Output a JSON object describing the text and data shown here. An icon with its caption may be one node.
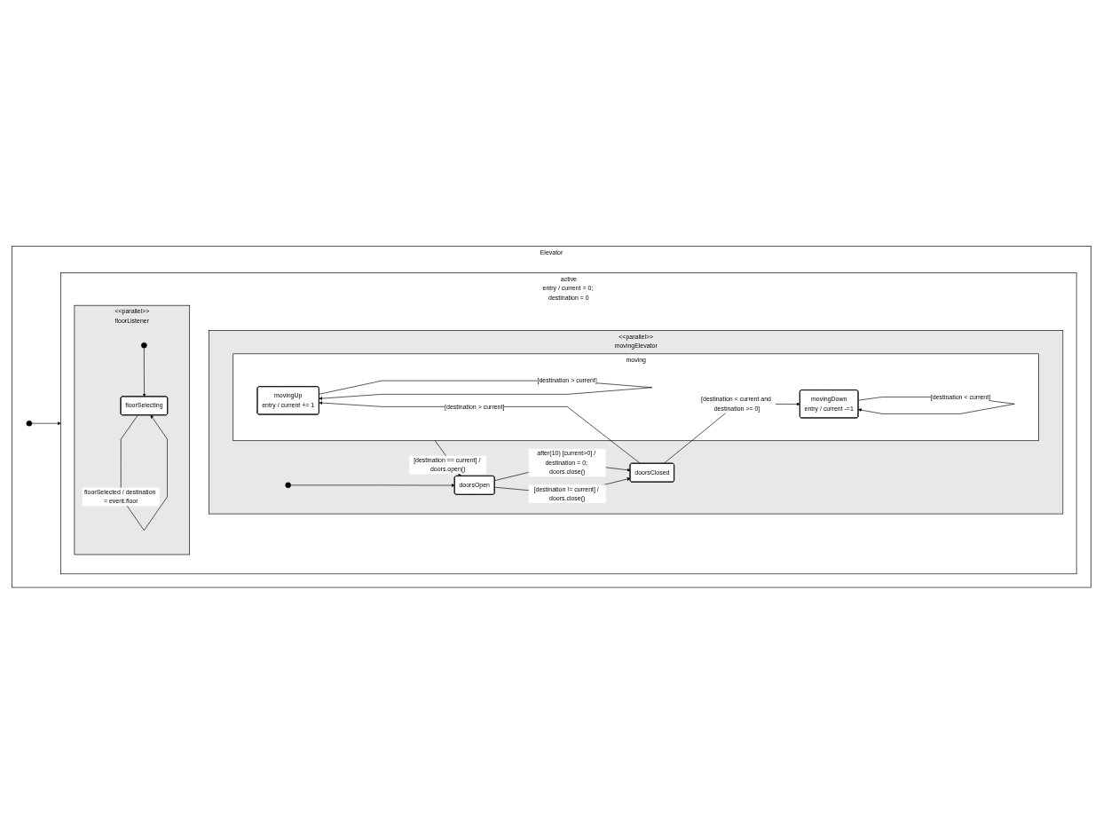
{
  "diagram": {
    "nodes": [
      {
        "text": [
          "Elevator"
        ]
      },
      {
        "text": [],
        "shape": "circle",
        "in": 0
      },
      {
        "text": [
          "active",
          "entry / current = 0; destination = 0"
        ],
        "in": 0
      },
      {
        "text": [
          "<<parallel>>",
          "movingElevator"
        ],
        "in": 2
      },
      {
        "text": [
          "doorsClosed"
        ],
        "in": 3
      },
      {
        "text": [
          "doorsOpen"
        ],
        "in": 3
      },
      {
        "text": [],
        "shape": "circle",
        "in": 3
      },
      {
        "text": [
          "moving"
        ],
        "in": 3
      },
      {
        "text": [
          "movingUp",
          "entry / current += 1"
        ],
        "in": 7
      },
      {
        "text": [
          "movingDown",
          "entry / current -=1"
        ],
        "in": 7
      },
      {
        "text": [
          "<<parallel>>",
          "floorListener"
        ],
        "in": 2
      },
      {
        "text": [],
        "shape": "circle",
        "in": 10
      },
      {
        "text": [
          "floorSelecting"
        ],
        "in": 10
      }
    ],
    "edges": [
      {
        "from": 1,
        "to": 2,
        "arrow": "to"
      },
      {
        "from": 5,
        "to": 4,
        "arrow": "to",
        "label": "after(10) [current>0] / destination = 0; doors.close()"
      },
      {
        "from": 5,
        "to": 4,
        "arrow": "to",
        "label": "[destination != current] / doors.close()"
      },
      {
        "from": 6,
        "to": 5,
        "arrow": "to"
      },
      {
        "from": 4,
        "to": 8,
        "arrow": "to",
        "label": "[destination > current]"
      },
      {
        "from": 4,
        "to": 9,
        "arrow": "to",
        "label": "[destination < current and destination >= 0]"
      },
      {
        "from": 8,
        "to": 8,
        "arrow": "to",
        "label": "[destination > current]"
      },
      {
        "from": 9,
        "to": 9,
        "arrow": "to",
        "label": "[destination < current]"
      },
      {
        "from": 7,
        "to": 5,
        "arrow": "to",
        "label": "[destination == current] / doors.open()"
      },
      {
        "from": 11,
        "to": 12,
        "arrow": "to"
      },
      {
        "from": 12,
        "to": 12,
        "arrow": "to",
        "label": "floorSelected / destination = event.floor"
      }
    ]
  }
}
